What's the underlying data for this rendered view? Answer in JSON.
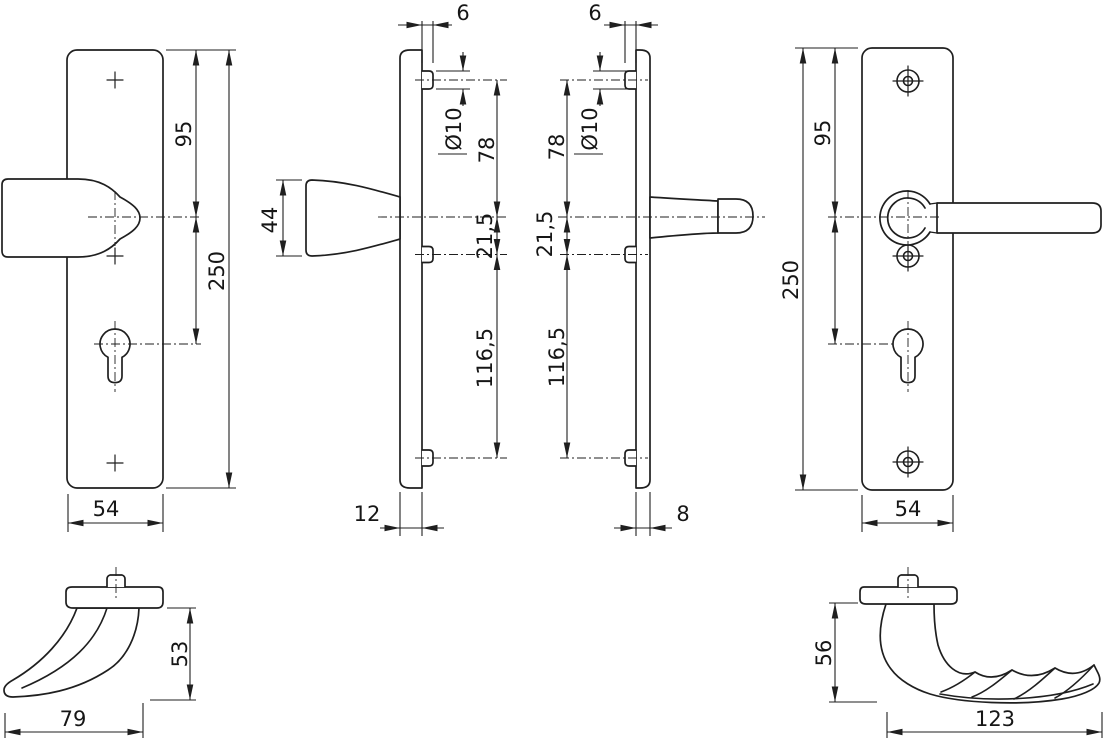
{
  "drawing": {
    "background": "#ffffff",
    "line_color": "#1f1f1f",
    "views": {
      "exterior_front": {
        "label": "exterior-backplate-front-view",
        "handle_center_from_top": "95",
        "height": "250",
        "width": "54"
      },
      "exterior_side": {
        "label": "exterior-backplate-side-view",
        "boss_projection": "6",
        "boss_diameter": "Ø10",
        "boss_to_handle": "78",
        "handle_to_mid_boss": "21,5",
        "mid_to_bottom_boss": "116,5",
        "grip_depth": "44",
        "plate_thickness": "12"
      },
      "interior_side": {
        "label": "interior-backplate-side-view",
        "boss_projection": "6",
        "boss_diameter": "Ø10",
        "boss_to_handle": "78",
        "handle_to_mid_boss": "21,5",
        "mid_to_bottom_boss": "116,5",
        "plate_thickness": "8"
      },
      "interior_front": {
        "label": "interior-backplate-front-view",
        "handle_center_from_top": "95",
        "height": "250",
        "width": "54"
      },
      "exterior_grip_profile": {
        "label": "exterior-pull-grip-profile",
        "height": "53",
        "length": "79"
      },
      "interior_lever_profile": {
        "label": "interior-lever-handle-profile",
        "height": "56",
        "length": "123"
      }
    }
  }
}
